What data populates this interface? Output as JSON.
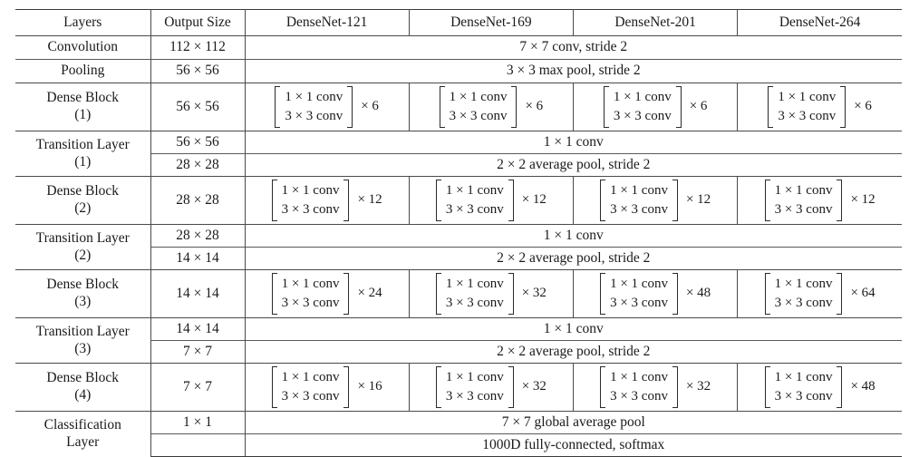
{
  "table": {
    "headers": [
      "Layers",
      "Output Size",
      "DenseNet-121",
      "DenseNet-169",
      "DenseNet-201",
      "DenseNet-264"
    ],
    "rows": [
      {
        "kind": "full",
        "layer": "Convolution",
        "layer_line2": "",
        "output_size": "112 × 112",
        "content": "7 × 7 conv, stride 2"
      },
      {
        "kind": "full",
        "layer": "Pooling",
        "layer_line2": "",
        "output_size": "56 × 56",
        "content": "3 × 3 max pool, stride 2"
      },
      {
        "kind": "block",
        "layer": "Dense Block",
        "layer_line2": "(1)",
        "output_size": "56 × 56",
        "conv1": "1 × 1 conv",
        "conv2": "3 × 3 conv",
        "mult": [
          "× 6",
          "× 6",
          "× 6",
          "× 6"
        ]
      },
      {
        "kind": "split",
        "layer": "Transition Layer",
        "layer_line2": "(1)",
        "output_size_a": "56 × 56",
        "output_size_b": "28 × 28",
        "content_a": "1 × 1 conv",
        "content_b": "2 × 2 average pool, stride 2"
      },
      {
        "kind": "block",
        "layer": "Dense Block",
        "layer_line2": "(2)",
        "output_size": "28 × 28",
        "conv1": "1 × 1 conv",
        "conv2": "3 × 3 conv",
        "mult": [
          "× 12",
          "× 12",
          "× 12",
          "× 12"
        ]
      },
      {
        "kind": "split",
        "layer": "Transition Layer",
        "layer_line2": "(2)",
        "output_size_a": "28 × 28",
        "output_size_b": "14 × 14",
        "content_a": "1 × 1 conv",
        "content_b": "2 × 2 average pool, stride 2"
      },
      {
        "kind": "block",
        "layer": "Dense Block",
        "layer_line2": "(3)",
        "output_size": "14 × 14",
        "conv1": "1 × 1 conv",
        "conv2": "3 × 3 conv",
        "mult": [
          "× 24",
          "× 32",
          "× 48",
          "× 64"
        ]
      },
      {
        "kind": "split",
        "layer": "Transition Layer",
        "layer_line2": "(3)",
        "output_size_a": "14 × 14",
        "output_size_b": "7 × 7",
        "content_a": "1 × 1 conv",
        "content_b": "2 × 2 average pool, stride 2"
      },
      {
        "kind": "block",
        "layer": "Dense Block",
        "layer_line2": "(4)",
        "output_size": "7 × 7",
        "conv1": "1 × 1 conv",
        "conv2": "3 × 3 conv",
        "mult": [
          "× 16",
          "× 32",
          "× 32",
          "× 48"
        ]
      },
      {
        "kind": "split",
        "layer": "Classification",
        "layer_line2": "Layer",
        "output_size_a": "1 × 1",
        "output_size_b": "",
        "content_a": "7 × 7 global average pool",
        "content_b": "1000D fully-connected, softmax"
      }
    ]
  }
}
